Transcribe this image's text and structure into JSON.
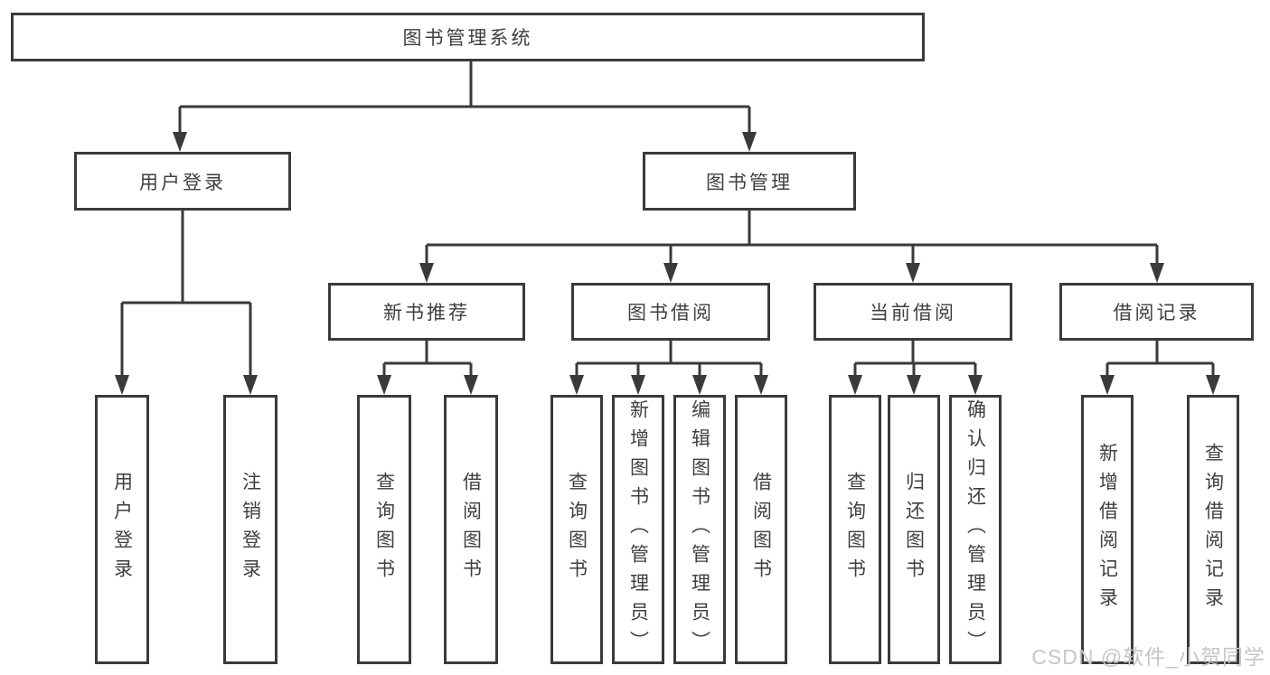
{
  "diagram_title": "图书管理系统",
  "nodes": {
    "root": "图书管理系统",
    "user_login": "用户登录",
    "book_mgmt": "图书管理",
    "new_book_rec": "新书推荐",
    "book_borrow": "图书借阅",
    "current_borrow": "当前借阅",
    "borrow_record": "借阅记录",
    "leaf_user_login": "用户登录",
    "leaf_logout": "注销登录",
    "leaf_query_book_a": "查询图书",
    "leaf_borrow_book_a": "借阅图书",
    "leaf_query_book_b": "查询图书",
    "leaf_add_book": "新增图书（管理员）",
    "leaf_edit_book": "编辑图书（管理员）",
    "leaf_borrow_book_b": "借阅图书",
    "leaf_query_book_c": "查询图书",
    "leaf_return_book": "归还图书",
    "leaf_confirm_return": "确认归还（管理员）",
    "leaf_add_record": "新增借阅记录",
    "leaf_query_record": "查询借阅记录"
  },
  "hierarchy": {
    "root": "图书管理系统",
    "children_of_root": [
      "用户登录",
      "图书管理"
    ],
    "children_of_user_login": [
      "用户登录",
      "注销登录"
    ],
    "children_of_book_mgmt": [
      "新书推荐",
      "图书借阅",
      "当前借阅",
      "借阅记录"
    ],
    "children_of_new_book_rec": [
      "查询图书",
      "借阅图书"
    ],
    "children_of_book_borrow": [
      "查询图书",
      "新增图书（管理员）",
      "编辑图书（管理员）",
      "借阅图书"
    ],
    "children_of_current_borrow": [
      "查询图书",
      "归还图书",
      "确认归还（管理员）"
    ],
    "children_of_borrow_record": [
      "新增借阅记录",
      "查询借阅记录"
    ]
  },
  "watermark": "CSDN @软件_小贺同学",
  "colors": {
    "line": "#3a3a3a",
    "text": "#3f3f3f",
    "watermark": "#c6c6c6",
    "background": "#ffffff"
  }
}
